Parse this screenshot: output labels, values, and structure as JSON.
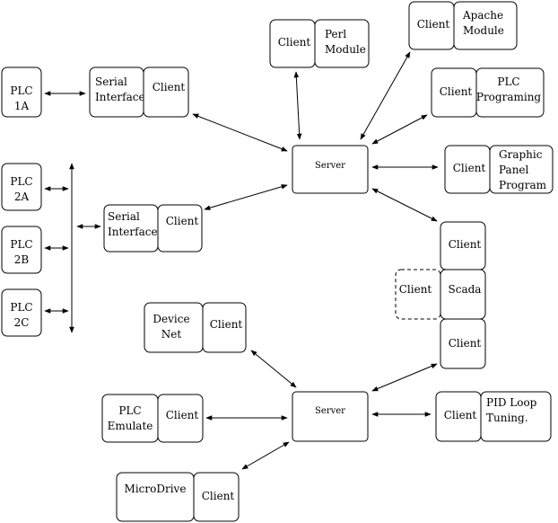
{
  "nodes": {
    "plc_1a": [
      "PLC",
      "1A"
    ],
    "serial_1": [
      "Serial",
      "Interface"
    ],
    "client_serial_1": [
      "Client"
    ],
    "plc_2a": [
      "PLC",
      "2A"
    ],
    "plc_2b": [
      "PLC",
      "2B"
    ],
    "plc_2c": [
      "PLC",
      "2C"
    ],
    "serial_2": [
      "Serial",
      "Interface"
    ],
    "client_serial_2": [
      "Client"
    ],
    "client_perl": [
      "Client"
    ],
    "perl_module": [
      "Perl",
      "Module"
    ],
    "client_apache": [
      "Client"
    ],
    "apache_module": [
      "Apache",
      "Module"
    ],
    "client_plc_prog": [
      "Client"
    ],
    "plc_programing": [
      "PLC",
      "Programing"
    ],
    "client_graphic": [
      "Client"
    ],
    "graphic_panel": [
      "Graphic",
      "Panel",
      "Program"
    ],
    "server_top": [
      "Server"
    ],
    "scada_client_top": [
      "Client"
    ],
    "scada_client_left": [
      "Client"
    ],
    "scada": [
      "Scada"
    ],
    "scada_client_bottom": [
      "Client"
    ],
    "device_net": [
      "Device",
      "Net"
    ],
    "client_device_net": [
      "Client"
    ],
    "plc_emulate": [
      "PLC",
      "Emulate"
    ],
    "client_emulate": [
      "Client"
    ],
    "server_bottom": [
      "Server"
    ],
    "client_pid": [
      "Client"
    ],
    "pid_loop": [
      "PID Loop",
      "Tuning."
    ],
    "microdrive": [
      "MicroDrive"
    ],
    "client_microdrive": [
      "Client"
    ]
  },
  "colors": {
    "stroke": "#000000",
    "fill": "#ffffff"
  }
}
